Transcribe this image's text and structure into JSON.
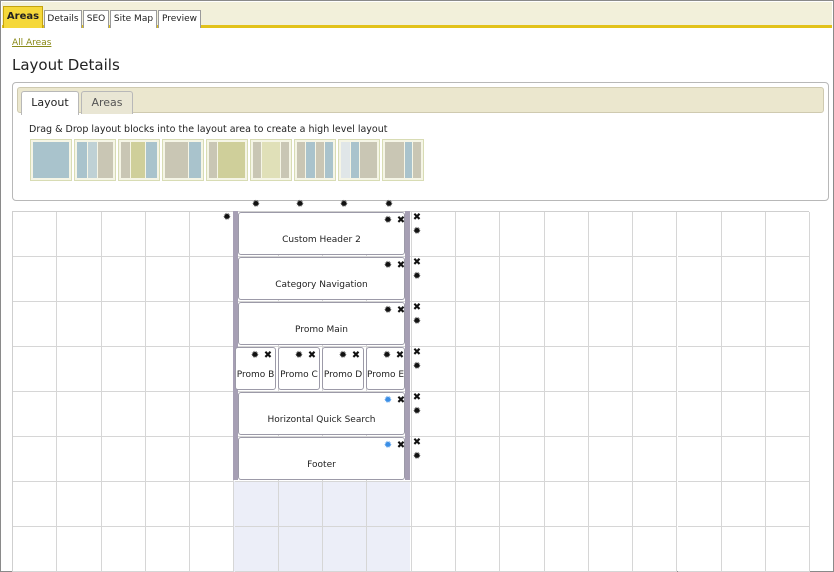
{
  "top_tabs": [
    {
      "label": "Areas",
      "active": true
    },
    {
      "label": "Details",
      "active": false
    },
    {
      "label": "SEO",
      "active": false
    },
    {
      "label": "Site Map",
      "active": false
    },
    {
      "label": "Preview",
      "active": false
    }
  ],
  "breadcrumb_link": "All Areas",
  "page_title": "Layout Details",
  "panel": {
    "tabs": [
      {
        "label": "Layout",
        "active": true
      },
      {
        "label": "Areas",
        "active": false
      }
    ],
    "hint": "Drag & Drop layout blocks into the layout area to create a high level layout"
  },
  "layout_blocks": [
    {
      "label": "Custom Header 2"
    },
    {
      "label": "Category Navigation"
    },
    {
      "label": "Promo Main"
    },
    {
      "label": "Promo B"
    },
    {
      "label": "Promo C"
    },
    {
      "label": "Promo D"
    },
    {
      "label": "Promo E"
    },
    {
      "label": "Horizontal Quick Search"
    },
    {
      "label": "Footer"
    }
  ],
  "colors": {
    "tab_active": "#f5d83a",
    "tab_underline": "#e2c21a",
    "tab_bar": "#f2f0da",
    "link": "#8a8a18",
    "preset_blue": "#a9c3cc",
    "preset_gray": "#c9c6b4",
    "preset_olive": "#cfcf9a",
    "column_bar": "#a69fb4",
    "settings_blue": "#3a8ee6"
  },
  "icons": {
    "settings": "gear-icon",
    "remove": "close-icon"
  }
}
